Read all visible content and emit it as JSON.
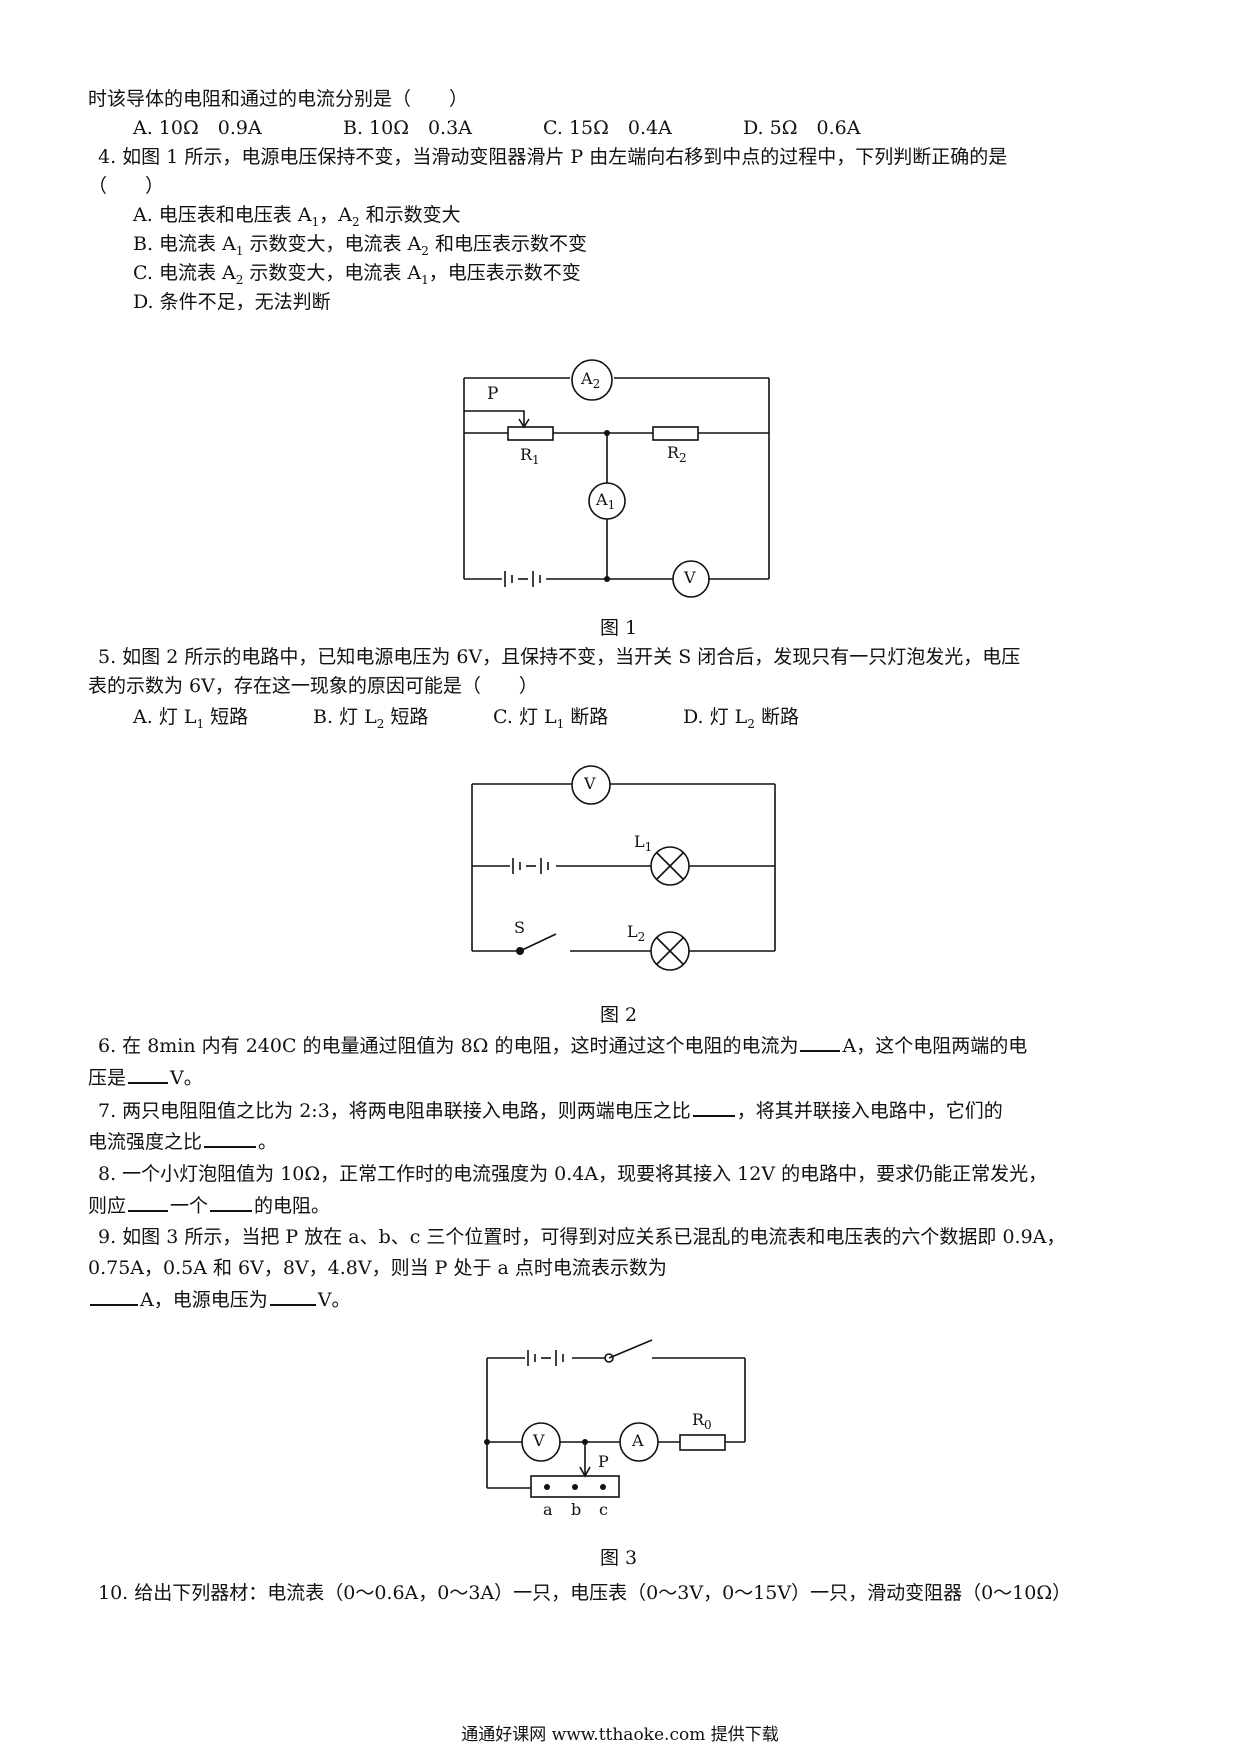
{
  "q3": {
    "cont": "时该导体的电阻和通过的电流分别是（　　）",
    "options": [
      "A. 10Ω　0.9A",
      "B. 10Ω　0.3A",
      "C. 15Ω　0.4A",
      "D. 5Ω　0.6A"
    ]
  },
  "q4": {
    "stem": "4. 如图 1 所示，电源电压保持不变，当滑动变阻器滑片 P 由左端向右移到中点的过程中，下列判断正确的是",
    "paren": "（　　）",
    "opt_a": [
      "A. 电压表和电压表 A",
      "1",
      "，A",
      "2",
      " 和示数变大"
    ],
    "opt_b": [
      "B. 电流表 A",
      "1",
      " 示数变大，电流表 A",
      "2",
      " 和电压表示数不变"
    ],
    "opt_c": [
      "C. 电流表 A",
      "2",
      " 示数变大，电流表 A",
      "1",
      "，电压表示数不变"
    ],
    "opt_d": "D. 条件不足，无法判断"
  },
  "fig1": {
    "caption": "图 1",
    "labels": {
      "p": "P",
      "a2": "A",
      "a2_sub": "2",
      "r1": "R",
      "r1_sub": "1",
      "r2": "R",
      "r2_sub": "2",
      "a1": "A",
      "a1_sub": "1",
      "v": "V"
    }
  },
  "q5": {
    "line1": "5. 如图 2 所示的电路中，已知电源电压为 6V，且保持不变，当开关 S 闭合后，发现只有一只灯泡发光，电压",
    "line2": "表的示数为 6V，存在这一现象的原因可能是（　　）",
    "opt_a": [
      "A. 灯 L",
      "1",
      " 短路"
    ],
    "opt_b": [
      "B. 灯 L",
      "2",
      " 短路"
    ],
    "opt_c": [
      "C. 灯 L",
      "1",
      " 断路"
    ],
    "opt_d": [
      "D. 灯 L",
      "2",
      " 断路"
    ]
  },
  "fig2": {
    "caption": "图 2",
    "labels": {
      "v": "V",
      "l1": "L",
      "l1_sub": "1",
      "l2": "L",
      "l2_sub": "2",
      "s": "S"
    }
  },
  "q6": {
    "l1a": "6. 在 8min 内有 240C 的电量通过阻值为 8Ω 的电阻，这时通过这个电阻的电流为",
    "l1b": "A，这个电阻两端的电",
    "l2a": "压是",
    "l2b": "V。"
  },
  "q7": {
    "l1a": "7. 两只电阻阻值之比为 2:3，将两电阻串联接入电路，则两端电压之比",
    "l1b": "，将其并联接入电路中，它们的",
    "l2a": "电流强度之比",
    "l2b": "。"
  },
  "q8": {
    "l1": "8. 一个小灯泡阻值为 10Ω，正常工作时的电流强度为 0.4A，现要将其接入 12V 的电路中，要求仍能正常发光，",
    "l2a": "则应",
    "l2b": "一个",
    "l2c": "的电阻。"
  },
  "q9": {
    "l1": "9. 如图 3 所示，当把 P 放在 a、b、c 三个位置时，可得到对应关系已混乱的电流表和电压表的六个数据即 0.9A，",
    "l2": "0.75A，0.5A 和 6V，8V，4.8V，则当 P 处于 a 点时电流表示数为",
    "l3a": "A，电源电压为",
    "l3b": "V。"
  },
  "fig3": {
    "caption": "图 3",
    "labels": {
      "v": "V",
      "a": "A",
      "r0": "R",
      "r0_sub": "0",
      "p": "P",
      "pa": "a",
      "pb": "b",
      "pc": "c"
    }
  },
  "q10": {
    "l1": "10. 给出下列器材：电流表（0～0.6A，0～3A）一只，电压表（0～3V，0～15V）一只，滑动变阻器（0～10Ω）"
  },
  "footer": "通通好课网  www.tthaoke.com  提供下载"
}
